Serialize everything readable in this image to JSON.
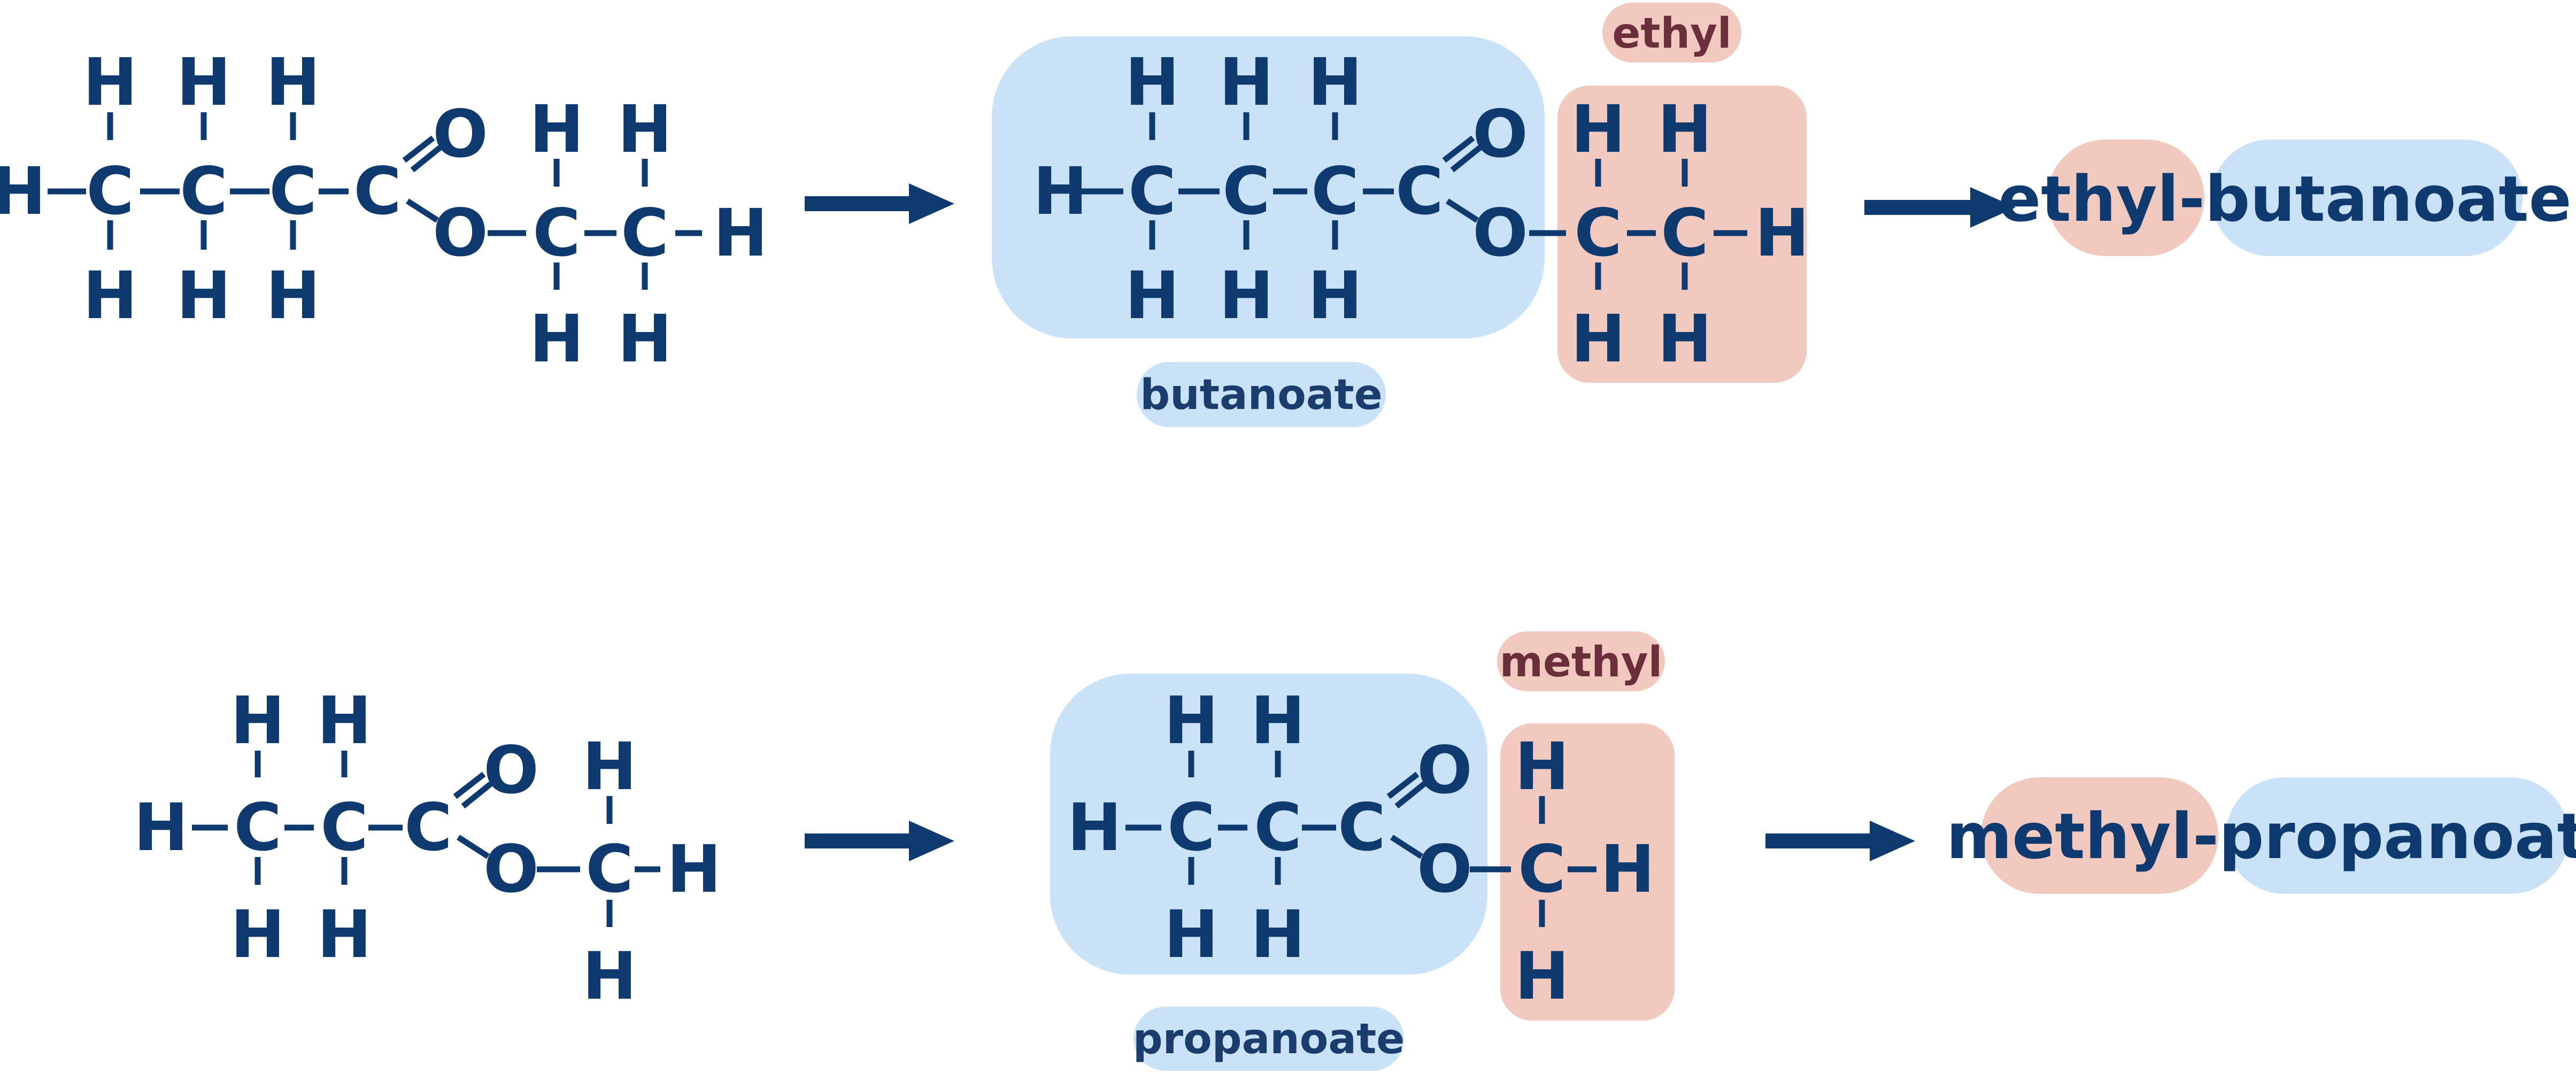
{
  "atoms": {
    "hydrogen": "H",
    "carbon": "C",
    "oxygen": "O"
  },
  "examples": [
    {
      "acid_part_label": "butanoate",
      "alcohol_part_label": "ethyl",
      "name_alcohol_part": "ethyl-",
      "name_acid_part": "butanoate"
    },
    {
      "acid_part_label": "propanoate",
      "alcohol_part_label": "methyl",
      "name_alcohol_part": "methyl-",
      "name_acid_part": "propanoate"
    }
  ],
  "colors": {
    "structure": "#0e3a70",
    "acid_part_highlight": "#c9e2f7",
    "alcohol_part_highlight": "#f1c9be"
  }
}
